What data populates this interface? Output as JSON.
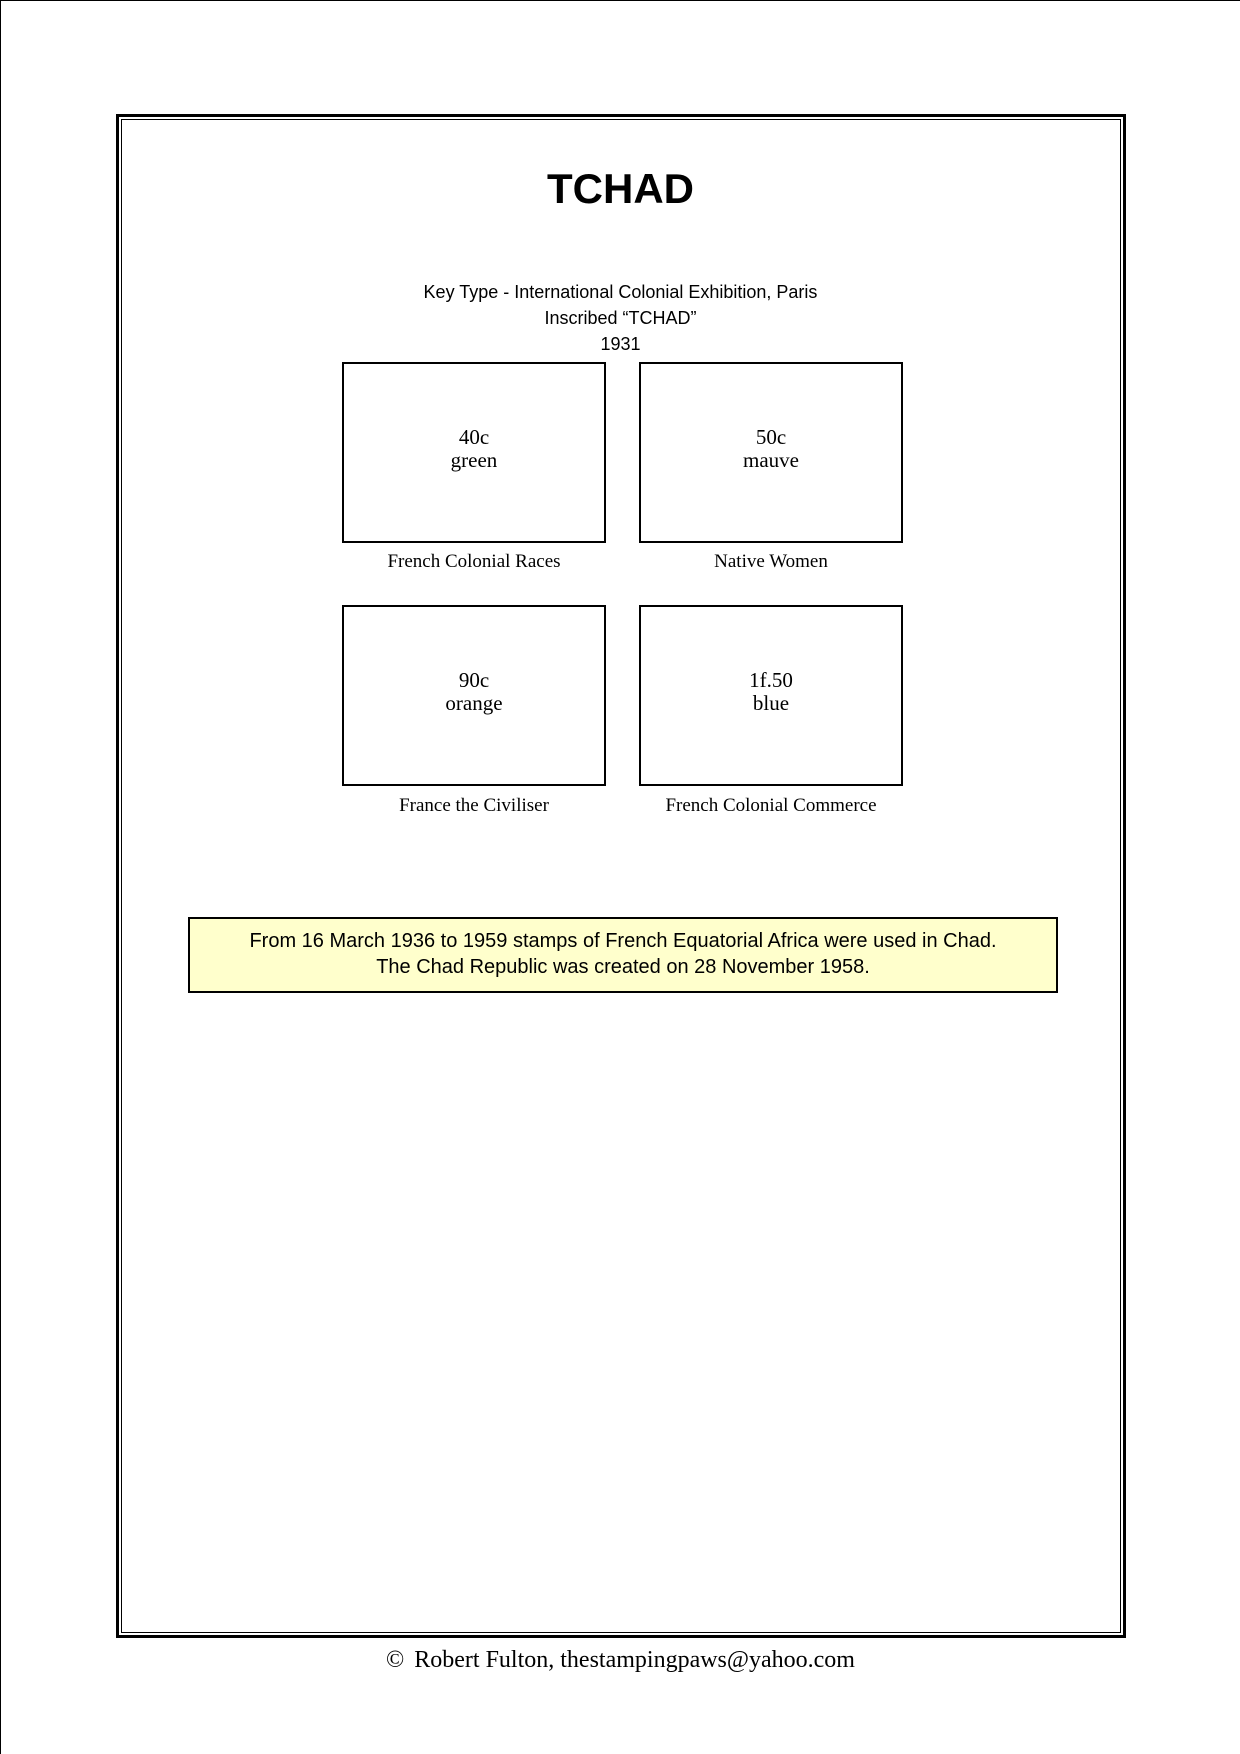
{
  "page": {
    "title": "TCHAD",
    "subtitle_line1": "Key Type - International Colonial Exhibition, Paris",
    "subtitle_line2": "Inscribed “TCHAD”",
    "subtitle_year": "1931"
  },
  "stamps": [
    {
      "value": "40c",
      "color_name": "green",
      "caption": "French Colonial Races"
    },
    {
      "value": "50c",
      "color_name": "mauve",
      "caption": "Native Women"
    },
    {
      "value": "90c",
      "color_name": "orange",
      "caption": "France the Civiliser"
    },
    {
      "value": "1f.50",
      "color_name": "blue",
      "caption": "French Colonial Commerce"
    }
  ],
  "note": {
    "line1": "From 16 March 1936 to 1959 stamps of French Equatorial Africa were used in Chad.",
    "line2": "The Chad Republic was created on 28 November 1958.",
    "background_color": "#FFFFCC",
    "border_color": "#000000"
  },
  "footer": {
    "copyright_symbol": "©",
    "credit": "Robert Fulton, thestampingpaws@yahoo.com"
  }
}
